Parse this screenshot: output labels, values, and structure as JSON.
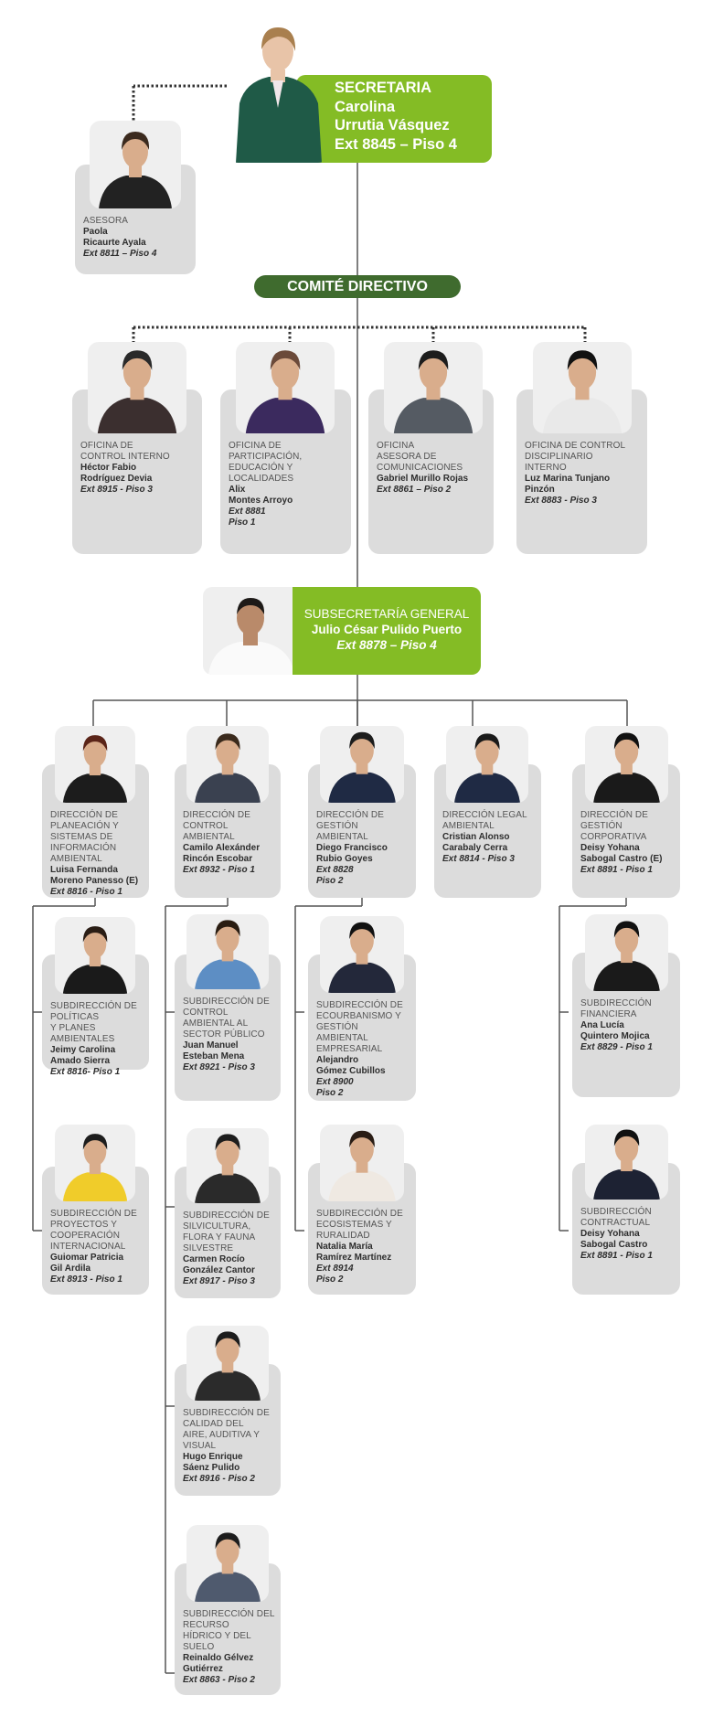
{
  "secretaria": {
    "title": "SECRETARIA",
    "name_line1": "Carolina",
    "name_line2": "Urrutia Vásquez",
    "ext": "Ext 8845 – Piso 4"
  },
  "comite": {
    "label": "COMITÉ DIRECTIVO"
  },
  "subsecretaria": {
    "title": "SUBSECRETARÍA GENERAL",
    "name": "Julio César Pulido Puerto",
    "ext": "Ext 8878 – Piso 4"
  },
  "colors": {
    "green": "#84bc25",
    "dark_green": "#3f6b2e",
    "card_gray": "#dcdcdc"
  },
  "cards": {
    "asesora": {
      "title": "ASESORA",
      "name": "Paola\nRicaurte Ayala",
      "ext": "Ext 8811 – Piso 4"
    },
    "control_interno": {
      "title": "OFICINA DE\nCONTROL INTERNO",
      "name": "Héctor Fabio\nRodríguez Devia",
      "ext": "Ext 8915 - Piso 3"
    },
    "participacion": {
      "title": "OFICINA DE\nPARTICIPACIÓN,\nEDUCACIÓN Y\nLOCALIDADES",
      "name": "Alix\nMontes Arroyo",
      "ext": "Ext 8881\nPiso 1"
    },
    "comunicaciones": {
      "title": "OFICINA\nASESORA DE\nCOMUNICACIONES",
      "name": "Gabriel Murillo Rojas",
      "ext": "Ext 8861 – Piso 2"
    },
    "disciplinario": {
      "title": "OFICINA DE CONTROL\nDISCIPLINARIO\nINTERNO",
      "name": "Luz Marina Tunjano\nPinzón",
      "ext": "Ext 8883 - Piso 3"
    },
    "dir_planeacion": {
      "title": "DIRECCIÓN DE\nPLANEACIÓN Y\nSISTEMAS DE\nINFORMACIÓN\nAMBIENTAL",
      "name": "Luisa Fernanda\nMoreno Panesso (E)",
      "ext": "Ext 8816 - Piso 1"
    },
    "dir_control": {
      "title": "DIRECCIÓN DE\nCONTROL\nAMBIENTAL",
      "name": "Camilo Alexánder\nRincón Escobar",
      "ext": "Ext 8932 - Piso 1"
    },
    "dir_gestion": {
      "title": "DIRECCIÓN DE\nGESTIÓN\nAMBIENTAL",
      "name": "Diego Francisco\nRubio Goyes",
      "ext": "Ext 8828\nPiso 2"
    },
    "dir_legal": {
      "title": "DIRECCIÓN LEGAL\nAMBIENTAL",
      "name": "Cristian Alonso\nCarabaly Cerra",
      "ext": "Ext 8814 - Piso 3"
    },
    "dir_corporativa": {
      "title": "DIRECCIÓN DE\nGESTIÓN\nCORPORATIVA",
      "name": "Deisy Yohana\nSabogal Castro (E)",
      "ext": "Ext 8891 - Piso 1"
    },
    "sub_politicas": {
      "title": "SUBDIRECCIÓN DE\nPOLÍTICAS\nY PLANES\nAMBIENTALES",
      "name": "Jeimy Carolina\nAmado Sierra",
      "ext": "Ext 8816- Piso 1"
    },
    "sub_proyectos": {
      "title": "SUBDIRECCIÓN DE\nPROYECTOS Y\nCOOPERACIÓN\nINTERNACIONAL",
      "name": "Guiomar Patricia\nGil Ardila",
      "ext": "Ext 8913 - Piso 1"
    },
    "sub_control_publico": {
      "title": "SUBDIRECCIÓN DE\nCONTROL\nAMBIENTAL AL\nSECTOR PÚBLICO",
      "name": "Juan Manuel\nEsteban Mena",
      "ext": "Ext 8921 - Piso 3"
    },
    "sub_silvicultura": {
      "title": "SUBDIRECCIÓN DE\nSILVICULTURA,\nFLORA Y FAUNA\nSILVESTRE",
      "name": "Carmen Rocío\nGonzález Cantor",
      "ext": "Ext 8917 - Piso 3"
    },
    "sub_calidad_aire": {
      "title": "SUBDIRECCIÓN DE\nCALIDAD DEL\nAIRE, AUDITIVA Y\nVISUAL",
      "name": "Hugo Enrique\nSáenz Pulido",
      "ext": "Ext 8916 - Piso 2"
    },
    "sub_recurso_hidrico": {
      "title": "SUBDIRECCIÓN DEL\nRECURSO\nHÍDRICO Y DEL\nSUELO",
      "name": "Reinaldo Gélvez\nGutiérrez",
      "ext": "Ext 8863 - Piso 2"
    },
    "sub_ecourbanismo": {
      "title": "SUBDIRECCIÓN DE\nECOURBANISMO Y\nGESTIÓN\nAMBIENTAL\nEMPRESARIAL",
      "name": "Alejandro\nGómez Cubillos",
      "ext": "Ext 8900\nPiso 2"
    },
    "sub_ecosistemas": {
      "title": "SUBDIRECCIÓN DE\nECOSISTEMAS Y\nRURALIDAD",
      "name": "Natalia María\nRamírez Martínez",
      "ext": "Ext 8914\nPiso 2"
    },
    "sub_financiera": {
      "title": "SUBDIRECCIÓN\nFINANCIERA",
      "name": "Ana Lucía\nQuintero Mojica",
      "ext": "Ext 8829 - Piso 1"
    },
    "sub_contractual": {
      "title": "SUBDIRECCIÓN\nCONTRACTUAL",
      "name": "Deisy Yohana\nSabogal Castro",
      "ext": "Ext 8891 - Piso 1"
    }
  }
}
